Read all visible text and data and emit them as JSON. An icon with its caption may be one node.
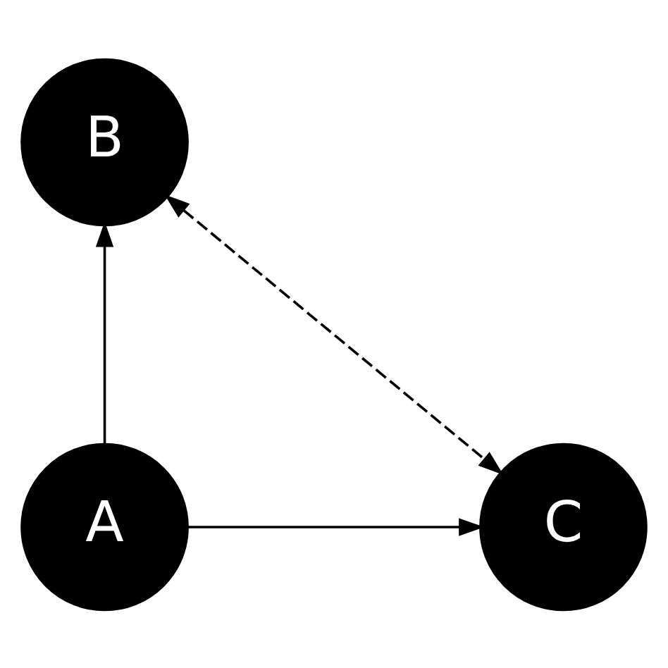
{
  "diagram": {
    "nodes": [
      {
        "text": [
          "A"
        ]
      },
      {
        "text": [
          "B"
        ]
      },
      {
        "text": [
          "C"
        ]
      }
    ],
    "edges": [
      {
        "from": 0,
        "to": 1,
        "arrow": "to"
      },
      {
        "from": 0,
        "to": 2,
        "arrow": "to"
      },
      {
        "from": 1,
        "to": 2,
        "arrow": "both",
        "style": "dashed"
      }
    ]
  }
}
